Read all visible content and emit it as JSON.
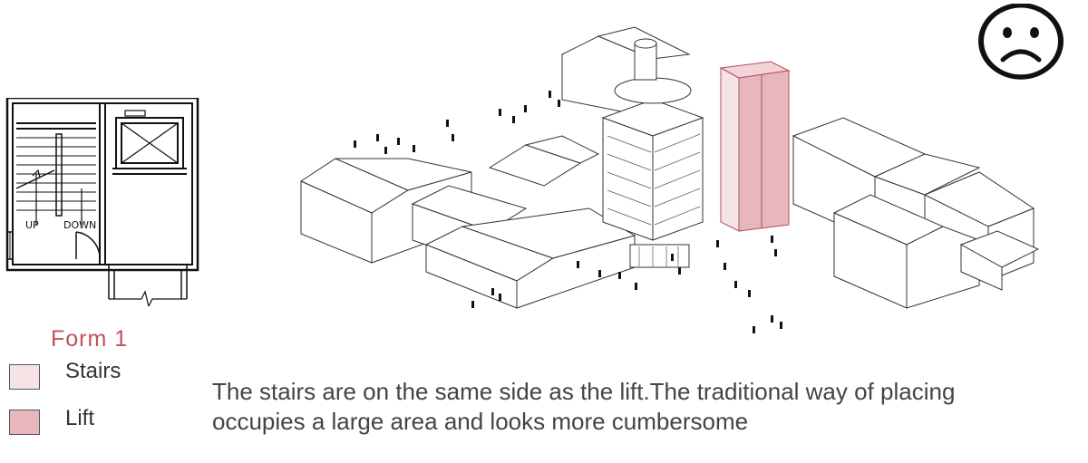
{
  "plan": {
    "up_label": "UP",
    "down_label": "DOWN"
  },
  "legend": {
    "title": "Form 1",
    "items": [
      {
        "label": "Stairs",
        "color": "#f6e3e6"
      },
      {
        "label": "Lift",
        "color": "#e8b7bd"
      }
    ]
  },
  "caption": {
    "line1": "The stairs are on the same side as the lift.The traditional way of placing",
    "line2": "occupies a large area and looks more cumbersome"
  },
  "icons": {
    "mood": "sad-face-icon"
  },
  "colors": {
    "accent": "#c0505e",
    "stairs_fill": "#f6e3e6",
    "lift_fill": "#e8b7bd"
  }
}
